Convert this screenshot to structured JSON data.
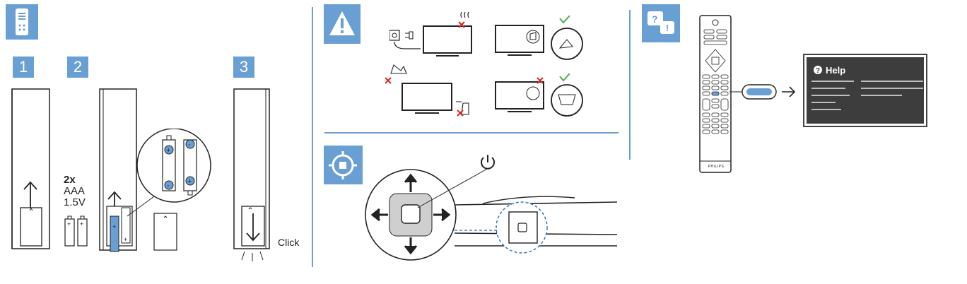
{
  "steps": [
    "1",
    "2",
    "3"
  ],
  "battery": {
    "count": "2x",
    "type": "AAA",
    "voltage": "1.5V"
  },
  "click_label": "Click",
  "help_title": "Help",
  "remote_brand": "PHILIPS",
  "colors": {
    "accent": "#6a9fd4",
    "warn_red": "#e2231a",
    "ok_green": "#4caf50",
    "screen_dark": "#3d3d3d"
  }
}
